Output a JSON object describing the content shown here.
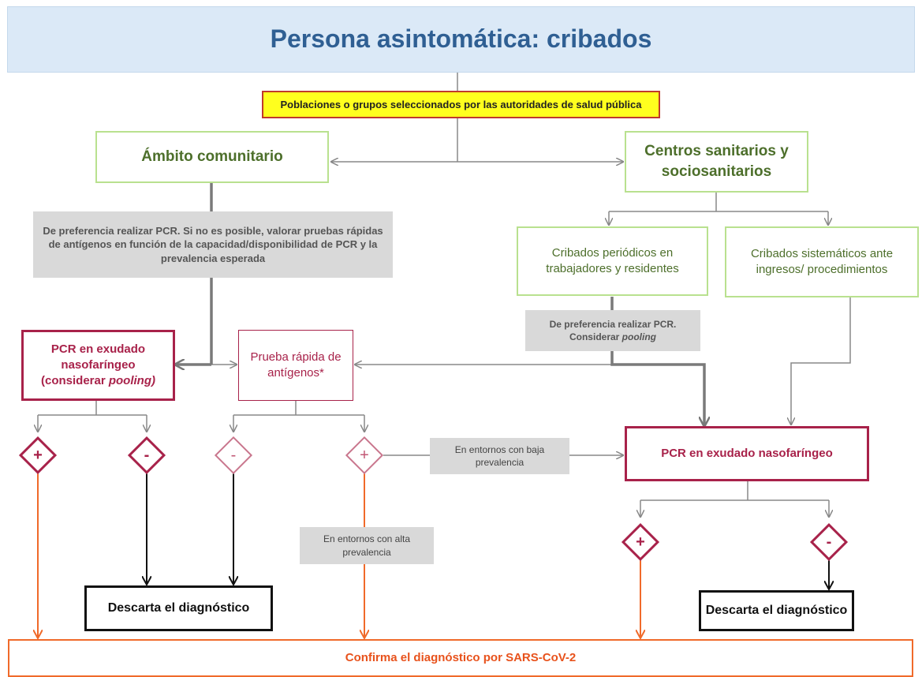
{
  "title": "Persona asintomática: cribados",
  "populations": "Poblaciones o grupos seleccionados por las autoridades de salud pública",
  "community": "Ámbito comunitario",
  "health_centers": "Centros sanitarios y sociosanitarios",
  "community_note": "De preferencia realizar PCR. Si no es posible, valorar pruebas rápidas de antígenos en función de la capacidad/disponibilidad de PCR y la prevalencia esperada",
  "periodic": "Cribados periódicos en trabajadores y residentes",
  "systematic": "Cribados sistemáticos ante ingresos/ procedimientos",
  "periodic_note": {
    "line1": "De preferencia realizar PCR.",
    "line2_prefix": "Considerar ",
    "line2_italic": "pooling"
  },
  "pcr_left": {
    "line1": "PCR en exudado",
    "line2": "nasofaríngeo",
    "line3_prefix": "(considerar ",
    "line3_italic": "pooling)"
  },
  "rapid_test": "Prueba rápida de antígenos*",
  "pcr_right": "PCR en exudado nasofaríngeo",
  "low_prevalence": "En entornos con baja prevalencia",
  "high_prevalence": "En entornos con alta prevalencia",
  "discard": "Descarta el diagnóstico",
  "confirm": "Confirma el diagnóstico por SARS-CoV-2",
  "plus": "+",
  "minus": "-",
  "colors": {
    "title_bg": "#dbe9f7",
    "title_text": "#2f5f93",
    "highlight": "#ffff1e",
    "green_border": "#b9e18f",
    "red": "#a8224a",
    "orange": "#f06a2a",
    "gray": "#d9d9d9"
  }
}
